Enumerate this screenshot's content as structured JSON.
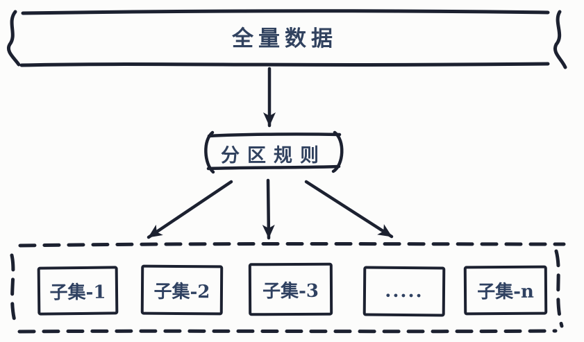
{
  "diagram": {
    "title": "data-partitioning-diagram",
    "top_band": {
      "label": "全量数据"
    },
    "middle_box": {
      "label": "分区规则"
    },
    "bottom_group": {
      "items": [
        {
          "label": "子集-1"
        },
        {
          "label": "子集-2"
        },
        {
          "label": "子集-3"
        },
        {
          "label": "....."
        },
        {
          "label": "子集-n"
        }
      ]
    },
    "colors": {
      "stroke": "#1c2130",
      "text": "#31425f",
      "background": "#fcfcfb"
    }
  }
}
